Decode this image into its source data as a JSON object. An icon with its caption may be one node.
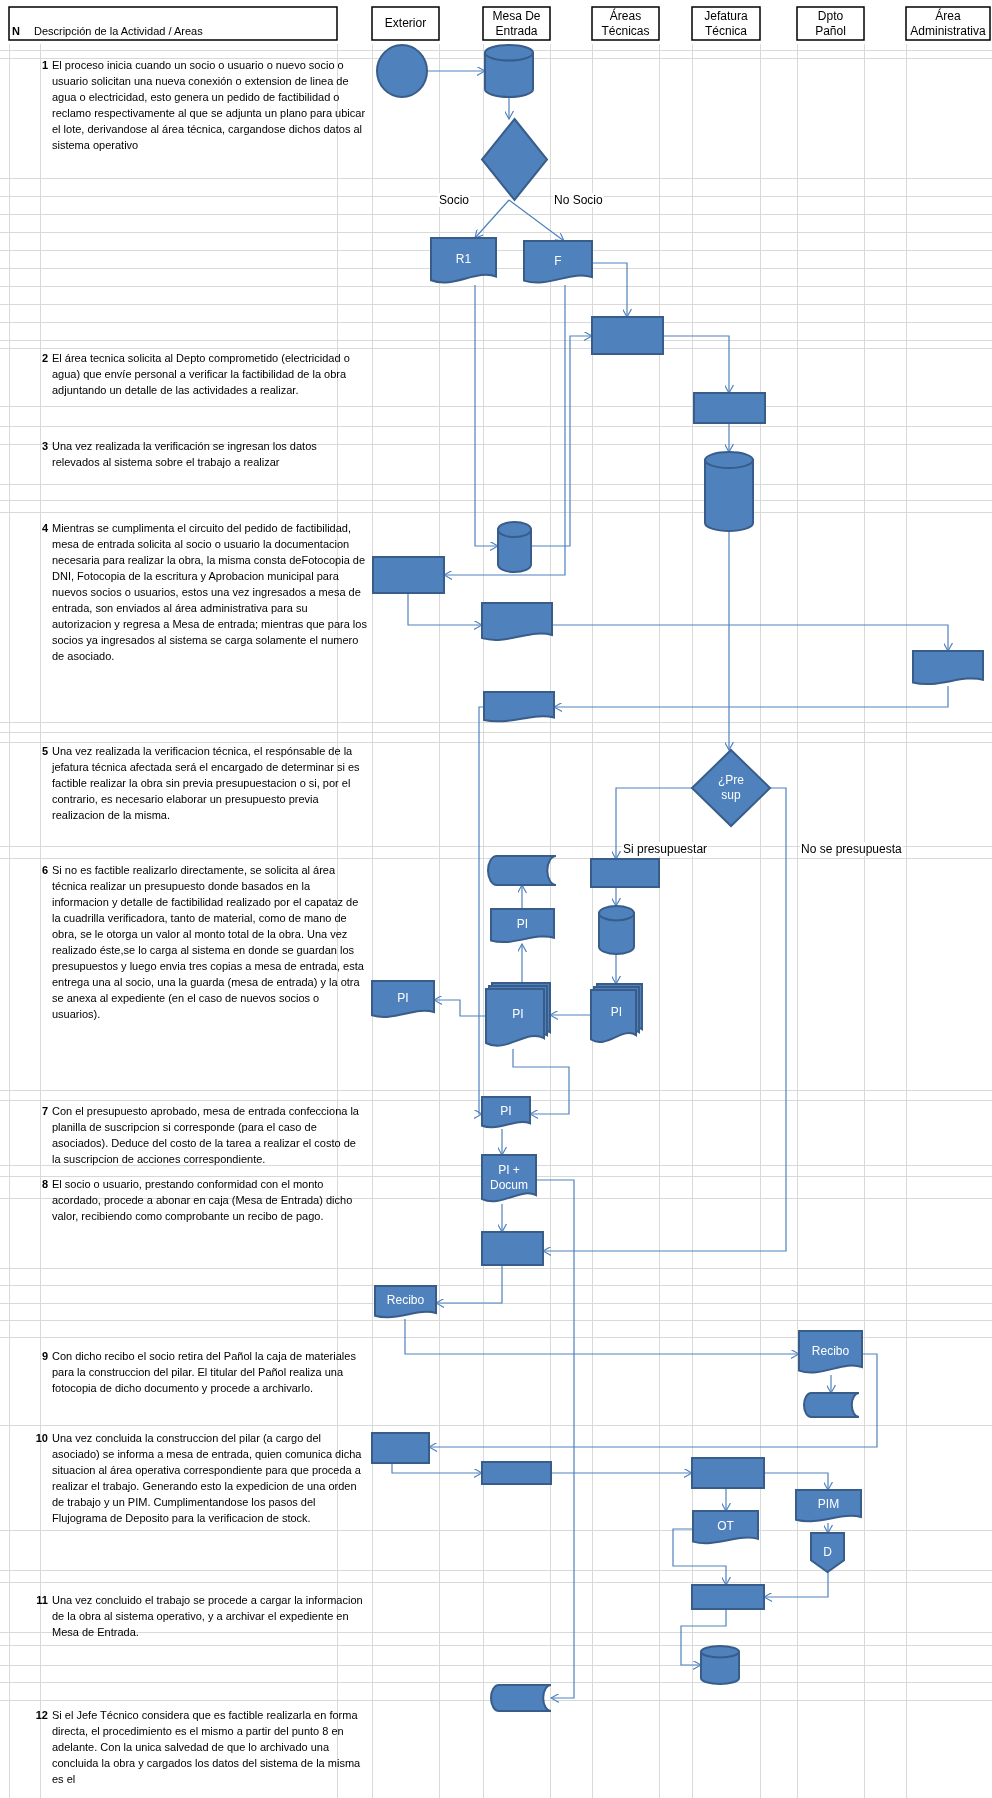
{
  "diagram": {
    "nodes": [
      {
        "text": [
          "N",
          "Descripción de la Actividad / Areas"
        ]
      },
      {
        "text": [
          "Exterior"
        ]
      },
      {
        "text": [
          "Mesa De Entrada"
        ]
      },
      {
        "text": [
          "Áreas Técnicas"
        ]
      },
      {
        "text": [
          "Jefatura Técnica"
        ]
      },
      {
        "text": [
          "Dpto Pañol"
        ]
      },
      {
        "text": [
          "Área Administrativa"
        ]
      },
      {
        "text": [],
        "shape": "circle"
      },
      {
        "text": [],
        "shape": "cylinder"
      },
      {
        "text": [],
        "shape": "diamond"
      },
      {
        "text": [
          "R1"
        ]
      },
      {
        "text": [
          "F"
        ]
      },
      {
        "text": [],
        "shape": "box"
      },
      {
        "text": [],
        "shape": "box"
      },
      {
        "text": [],
        "shape": "cylinder"
      },
      {
        "text": [],
        "shape": "cylinder"
      },
      {
        "text": [],
        "shape": "box"
      },
      {
        "text": [],
        "shape": "document"
      },
      {
        "text": [],
        "shape": "document"
      },
      {
        "text": [],
        "shape": "document"
      },
      {
        "text": [
          "¿Pre sup"
        ]
      },
      {
        "text": [],
        "shape": "storage"
      },
      {
        "text": [],
        "shape": "box"
      },
      {
        "text": [
          "PI"
        ]
      },
      {
        "text": [],
        "shape": "cylinder"
      },
      {
        "text": [
          "PI"
        ]
      },
      {
        "text": [
          "PI"
        ]
      },
      {
        "text": [
          "PI"
        ]
      },
      {
        "text": [
          "PI"
        ]
      },
      {
        "text": [
          "PI + Docum"
        ]
      },
      {
        "text": [],
        "shape": "box"
      },
      {
        "text": [
          "Recibo"
        ]
      },
      {
        "text": [
          "Recibo"
        ]
      },
      {
        "text": [],
        "shape": "storage"
      },
      {
        "text": [],
        "shape": "box"
      },
      {
        "text": [],
        "shape": "box"
      },
      {
        "text": [],
        "shape": "box"
      },
      {
        "text": [
          "PIM"
        ]
      },
      {
        "text": [
          "OT"
        ]
      },
      {
        "text": [
          "D"
        ]
      },
      {
        "text": [],
        "shape": "box"
      },
      {
        "text": [],
        "shape": "cylinder"
      },
      {
        "text": [],
        "shape": "storage"
      }
    ],
    "edges": [
      {
        "from": 7,
        "to": 8,
        "arrow": "to"
      },
      {
        "from": 8,
        "to": 9,
        "arrow": "to"
      },
      {
        "from": 9,
        "to": 10,
        "arrow": "to",
        "label": "Socio"
      },
      {
        "from": 9,
        "to": 11,
        "arrow": "to",
        "label": "No Socio"
      },
      {
        "from": 11,
        "to": 12,
        "arrow": "to"
      },
      {
        "from": 10,
        "to": 15,
        "arrow": "to"
      },
      {
        "from": 15,
        "to": 12,
        "arrow": "to"
      },
      {
        "from": 11,
        "to": 16,
        "arrow": "to"
      },
      {
        "from": 12,
        "to": 13,
        "arrow": "to"
      },
      {
        "from": 13,
        "to": 14,
        "arrow": "to"
      },
      {
        "from": 16,
        "to": 17,
        "arrow": "to"
      },
      {
        "from": 17,
        "to": 18,
        "arrow": "to"
      },
      {
        "from": 18,
        "to": 19,
        "arrow": "to"
      },
      {
        "from": 14,
        "to": 20,
        "arrow": "to"
      },
      {
        "from": 20,
        "to": 22,
        "arrow": "to",
        "label": "Si presupuestar"
      },
      {
        "from": 20,
        "to": 30,
        "arrow": "to",
        "label": "No se presupuesta"
      },
      {
        "from": 22,
        "to": 24,
        "arrow": "to"
      },
      {
        "from": 24,
        "to": 27,
        "arrow": "to"
      },
      {
        "from": 27,
        "to": 26,
        "arrow": "to"
      },
      {
        "from": 26,
        "to": 23,
        "arrow": "to"
      },
      {
        "from": 23,
        "to": 21,
        "arrow": "to"
      },
      {
        "from": 26,
        "to": 25,
        "arrow": "to"
      },
      {
        "from": 26,
        "to": 28,
        "arrow": "to"
      },
      {
        "from": 19,
        "to": 28,
        "arrow": "to"
      },
      {
        "from": 28,
        "to": 29,
        "arrow": "to"
      },
      {
        "from": 29,
        "to": 30,
        "arrow": "to"
      },
      {
        "from": 29,
        "to": 42,
        "arrow": "to"
      },
      {
        "from": 30,
        "to": 31,
        "arrow": "to"
      },
      {
        "from": 31,
        "to": 32,
        "arrow": "to"
      },
      {
        "from": 32,
        "to": 33,
        "arrow": "to"
      },
      {
        "from": 32,
        "to": 34,
        "arrow": "to"
      },
      {
        "from": 34,
        "to": 35,
        "arrow": "to"
      },
      {
        "from": 35,
        "to": 36,
        "arrow": "to"
      },
      {
        "from": 36,
        "to": 38,
        "arrow": "to"
      },
      {
        "from": 36,
        "to": 37,
        "arrow": "to"
      },
      {
        "from": 37,
        "to": 39,
        "arrow": "to"
      },
      {
        "from": 38,
        "to": 40,
        "arrow": "to"
      },
      {
        "from": 39,
        "to": 40,
        "arrow": "to"
      },
      {
        "from": 40,
        "to": 41,
        "arrow": "to"
      }
    ],
    "labels": [
      "1",
      "El proceso inicia cuando un socio o usuario o nuevo socio o usuario solicitan una nueva conexión o extension de linea de agua o electricidad, esto genera un pedido de factibilidad o reclamo respectivamente al que se adjunta un plano para ubicar el lote, derivandose al área técnica, cargandose dichos datos al sistema operativo",
      "2",
      "El área tecnica solicita al Depto comprometido (electricidad o agua) que envíe personal a verificar la factibilidad de la obra adjuntando un detalle de las actividades a realizar.",
      "3",
      "Una vez realizada la verificación se ingresan los datos relevados al sistema sobre el trabajo a realizar",
      "4",
      "Mientras se cumplimenta el circuito del pedido de factibilidad, mesa de entrada solicita al socio o usuario la documentacion necesaria para realizar la obra, la misma consta deFotocopia de DNI, Fotocopia de la escritura y Aprobacion municipal para nuevos socios o usuarios, estos una vez ingresados a mesa de entrada, son enviados al área administrativa para su autorizacion y regresa a Mesa de entrada; mientras que para los socios ya ingresados al sistema se carga solamente el numero de asociado.",
      "5",
      "Una vez realizada la verificacion técnica, el respónsable de la jefatura técnica afectada será el encargado de determinar si es factible realizar la obra sin previa presupuestacion o si, por el contrario, es necesario elaborar un presupuesto previa realizacion de la misma.",
      "6",
      "Si no es factible realizarlo directamente, se solicita al área técnica realizar un presupuesto donde basados en la informacion y detalle de factibilidad realizado por el capataz de la cuadrilla verificadora, tanto de material, como de mano de obra, se le otorga un valor al monto total de la obra. Una vez realizado éste,se lo carga al sistema en donde se guardan los presupuestos y luego envia tres copias a mesa de entrada, esta entrega una al socio, una la guarda (mesa de entrada) y la otra se anexa al expediente (en el caso de nuevos socios o usuarios).",
      "7",
      "Con el presupuesto aprobado, mesa de entrada confecciona la planilla de suscripcion si corresponde (para el caso de asociados). Deduce del costo de la tarea a realizar el costo de la suscripcion de acciones correspondiente.",
      "8",
      "El socio o usuario, prestando conformidad con el monto acordado, procede a abonar en caja (Mesa de Entrada) dicho valor, recibiendo como comprobante un recibo de pago.",
      "9",
      "Con dicho recibo el socio retira del Pañol la caja de materiales para la construccion del pilar. El titular del Pañol realiza una fotocopia de dicho documento y procede a archivarlo.",
      "10",
      "Una vez concluida la construccion del pilar (a cargo del asociado) se informa a mesa de entrada, quien comunica dicha situacion al área operativa correspondiente para que proceda a realizar el trabajo. Generando esto la expedicion de una orden de trabajo y un PIM. Cumplimentandose los pasos del Flujograma de Deposito para la verificacion de stock.",
      "11",
      "Una vez concluido el trabajo se procede a cargar la informacion de la obra al sistema operativo, y a archivar el expediente en Mesa de Entrada.",
      "12",
      "Si el Jefe Técnico considera que es factible realizarla en forma directa, el procedimiento es el mismo a partir del punto 8 en adelante. Con la unica salvedad de que lo archivado una concluida la obra y cargados los datos del sistema de la misma es el"
    ]
  }
}
